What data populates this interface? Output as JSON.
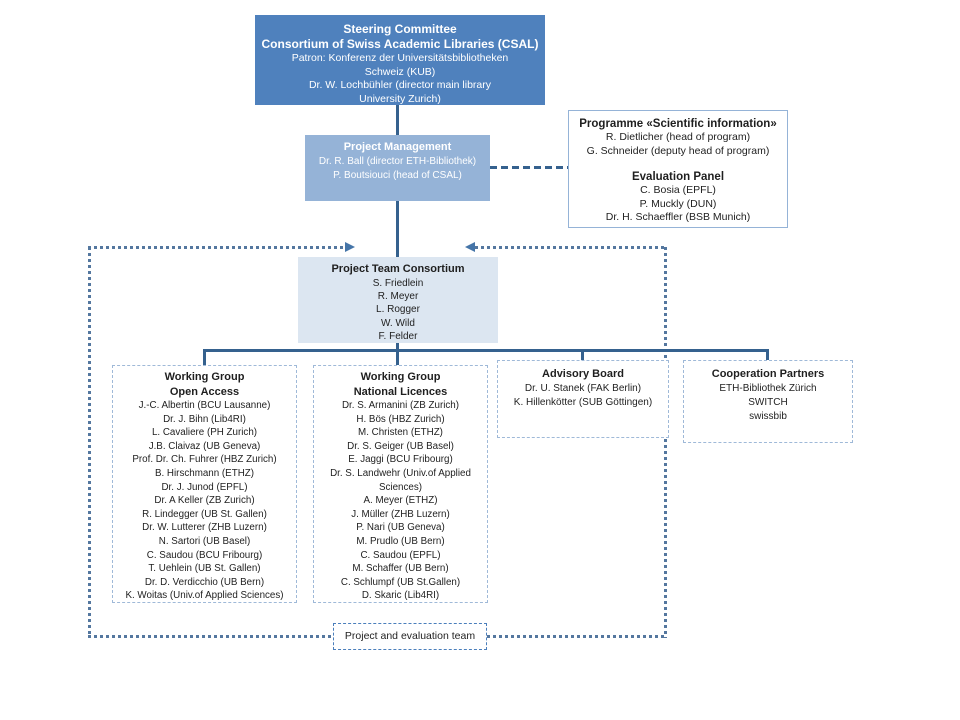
{
  "colors": {
    "steering_bg": "#4F81BD",
    "management_bg": "#95B3D7",
    "team_bg": "#DCE6F1",
    "connector": "#35618E",
    "box_border": "#9FB9D8",
    "box_border_solid": "#95B3D7",
    "frame_dots": "#54779F",
    "arrow": "#4575A8",
    "label_border": "#4A7EBB"
  },
  "steering_committee": {
    "title_lines": [
      "Steering Committee",
      "Consortium of Swiss Academic Libraries (CSAL)"
    ],
    "lines": [
      "Patron: Konferenz der Universitätsbibliotheken",
      "Schweiz (KUB)",
      "Dr. W. Lochbühler (director main library",
      "University Zurich)"
    ]
  },
  "project_management": {
    "title": "Project Management",
    "lines": [
      "Dr. R. Ball (director ETH-Bibliothek)",
      "P. Boutsiouci (head of CSAL)"
    ]
  },
  "programme": {
    "title": "Programme «Scientific information»",
    "lines": [
      "R. Dietlicher (head of program)",
      "G. Schneider (deputy head of program)"
    ],
    "panel_title": "Evaluation Panel",
    "panel_lines": [
      "C. Bosia (EPFL)",
      "P. Muckly (DUN)",
      "Dr. H. Schaeffler (BSB Munich)"
    ]
  },
  "project_team": {
    "title": "Project Team Consortium",
    "lines": [
      "S. Friedlein",
      "R. Meyer",
      "L. Rogger",
      "W. Wild",
      "F. Felder"
    ]
  },
  "wg_open_access": {
    "title_lines": [
      "Working Group",
      "Open Access"
    ],
    "members": [
      "J.-C. Albertin (BCU Lausanne)",
      "Dr. J. Bihn (Lib4RI)",
      "L. Cavaliere (PH Zurich)",
      "J.B. Claivaz (UB Geneva)",
      "Prof. Dr. Ch. Fuhrer (HBZ Zurich)",
      "B. Hirschmann (ETHZ)",
      "Dr. J. Junod (EPFL)",
      "Dr. A Keller (ZB Zurich)",
      "R. Lindegger (UB St. Gallen)",
      "Dr. W. Lutterer (ZHB Luzern)",
      "N. Sartori (UB Basel)",
      "C. Saudou (BCU Fribourg)",
      "T. Uehlein (UB St. Gallen)",
      "Dr. D. Verdicchio (UB Bern)",
      "K. Woitas (Univ.of Applied Sciences)"
    ]
  },
  "wg_national_licences": {
    "title_lines": [
      "Working Group",
      "National Licences"
    ],
    "members": [
      "Dr. S. Armanini (ZB Zurich)",
      "H. Bös (HBZ Zurich)",
      "M. Christen (ETHZ)",
      "Dr. S. Geiger (UB Basel)",
      "E. Jaggi (BCU Fribourg)",
      "Dr. S. Landwehr (Univ.of Applied",
      "Sciences)",
      "A. Meyer (ETHZ)",
      "J. Müller (ZHB Luzern)",
      "P. Nari (UB Geneva)",
      "M. Prudlo (UB Bern)",
      "C. Saudou (EPFL)",
      "M. Schaffer (UB Bern)",
      "C. Schlumpf (UB St.Gallen)",
      "D. Skaric (Lib4RI)"
    ]
  },
  "advisory_board": {
    "title": "Advisory Board",
    "members": [
      "Dr. U. Stanek (FAK Berlin)",
      "K. Hillenkötter (SUB Göttingen)"
    ]
  },
  "cooperation_partners": {
    "title": "Cooperation Partners",
    "members": [
      "ETH-Bibliothek Zürich",
      "SWITCH",
      "swissbib"
    ]
  },
  "team_frame_label": "Project and evaluation team"
}
